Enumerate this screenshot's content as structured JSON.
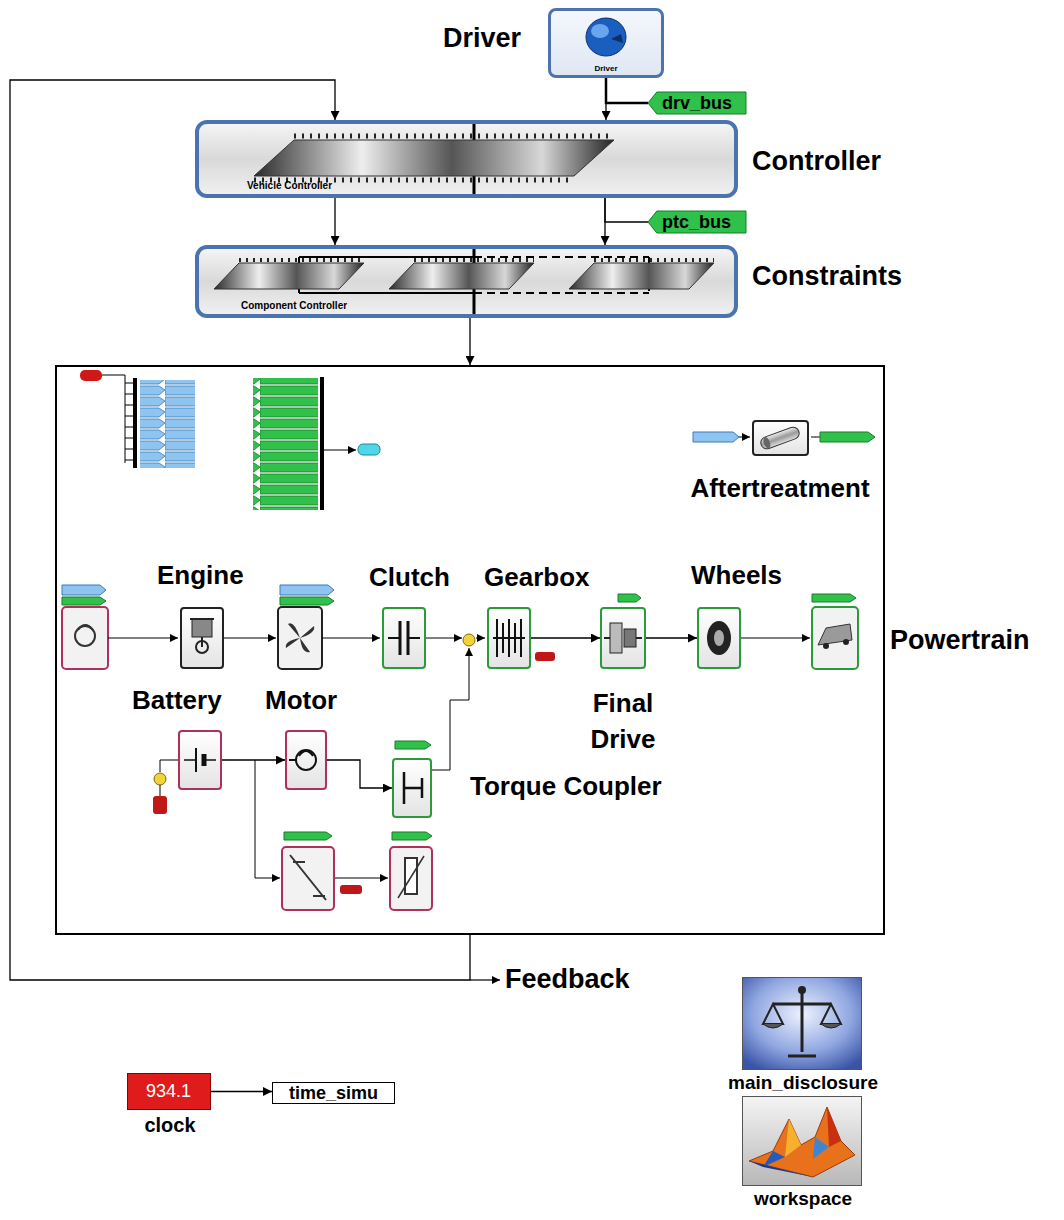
{
  "diagram": {
    "nodes": [
      {
        "text": [
          "Driver",
          "Driver"
        ]
      },
      {
        "text": [
          "drv_bus"
        ]
      },
      {
        "text": [
          "Controller",
          "Vehicle Controller"
        ]
      },
      {
        "text": [
          "ptc_bus"
        ]
      },
      {
        "text": [
          "Constraints",
          "Component Controller"
        ]
      },
      {
        "text": [
          "Powertrain"
        ]
      },
      {
        "text": [
          "Aftertreatment"
        ],
        "in": 5
      },
      {
        "text": [
          "Engine"
        ],
        "in": 5
      },
      {
        "text": [
          "Clutch"
        ],
        "in": 5
      },
      {
        "text": [
          "Gearbox"
        ],
        "in": 5
      },
      {
        "text": [
          "Final Drive"
        ],
        "in": 5
      },
      {
        "text": [
          "Wheels"
        ],
        "in": 5
      },
      {
        "text": [
          "Battery"
        ],
        "in": 5
      },
      {
        "text": [
          "Motor"
        ],
        "in": 5
      },
      {
        "text": [
          "Torque Coupler"
        ],
        "in": 5
      },
      {
        "text": [
          "934.1",
          "clock"
        ]
      },
      {
        "text": [
          "time_simu"
        ]
      },
      {
        "text": [
          "main_disclosure"
        ]
      },
      {
        "text": [
          "workspace"
        ]
      }
    ],
    "edges": [
      {
        "from": 0,
        "to": 1,
        "arrow": "none"
      },
      {
        "from": 0,
        "to": 2,
        "arrow": "to"
      },
      {
        "from": 2,
        "to": 4,
        "arrow": "to"
      },
      {
        "from": 2,
        "to": 4,
        "arrow": "to"
      },
      {
        "from": 2,
        "to": 3,
        "arrow": "none"
      },
      {
        "from": 4,
        "to": 5,
        "arrow": "to"
      },
      {
        "from": 5,
        "to": 2,
        "arrow": "to"
      },
      {
        "from": 9,
        "to": 10,
        "arrow": "to"
      },
      {
        "from": 10,
        "to": 11,
        "arrow": "to"
      },
      {
        "from": 12,
        "to": 13,
        "arrow": "to"
      },
      {
        "from": 13,
        "to": 14,
        "arrow": "to"
      },
      {
        "from": 15,
        "to": 16,
        "arrow": "to"
      }
    ],
    "labels": [
      "Feedback"
    ]
  }
}
